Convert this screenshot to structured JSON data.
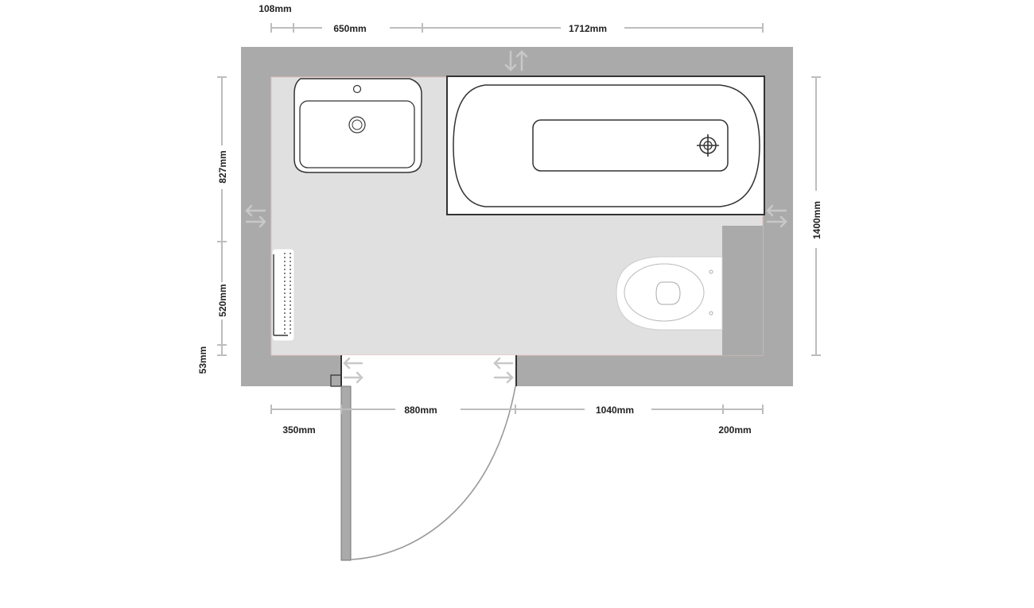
{
  "dimensions": {
    "top_offset": "108mm",
    "basin_width": "650mm",
    "bath_length": "1712mm",
    "left_upper": "827mm",
    "left_lower": "520mm",
    "left_bottom": "53mm",
    "right_height": "1400mm",
    "bottom_left": "350mm",
    "door_width": "880mm",
    "bottom_mid": "1040mm",
    "bottom_right": "200mm"
  },
  "fixtures": [
    "basin",
    "bathtub",
    "toilet",
    "towel-radiator",
    "door"
  ],
  "colors": {
    "wall": "#aaaaaa",
    "floor": "#e0e0e0",
    "dimension_line": "#bdbdbd",
    "fixture_outline": "#333333"
  }
}
